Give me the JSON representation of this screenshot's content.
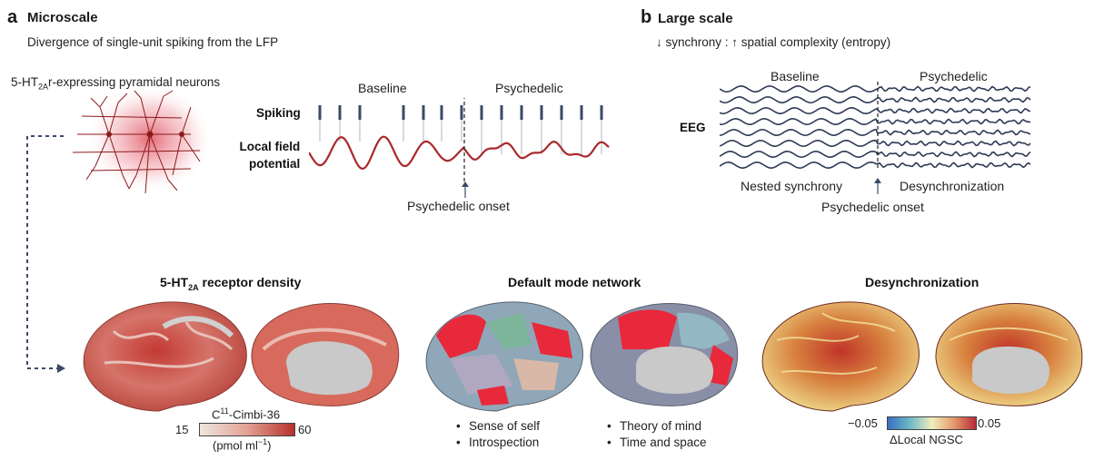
{
  "panel_a": {
    "letter": "a",
    "title": "Microscale",
    "subtitle": "Divergence of single-unit spiking from the LFP",
    "neuron_label_pre": "5-HT",
    "neuron_label_sub": "2A",
    "neuron_label_post": "r-expressing pyramidal neurons",
    "baseline": "Baseline",
    "psychedelic": "Psychedelic",
    "spiking": "Spiking",
    "lfp_line1": "Local field",
    "lfp_line2": "potential",
    "onset": "Psychedelic onset"
  },
  "panel_b": {
    "letter": "b",
    "title": "Large scale",
    "subtitle": "↓ synchrony : ↑ spatial complexity (entropy)",
    "baseline": "Baseline",
    "psychedelic": "Psychedelic",
    "eeg": "EEG",
    "nested": "Nested synchrony",
    "desync": "Desynchronization",
    "onset": "Psychedelic onset"
  },
  "brains": {
    "receptor_pre": "5-HT",
    "receptor_sub": "2A",
    "receptor_post": " receptor density",
    "dmn_title": "Default mode network",
    "desync_title": "Desynchronization",
    "tracer_pre": "C",
    "tracer_sup": "11",
    "tracer_post": "-Cimbi-36",
    "cbar_min": "15",
    "cbar_max": "60",
    "cbar_unit_pre": "(pmol ml",
    "cbar_unit_sup": "−1",
    "cbar_unit_post": ")",
    "dmn_bullets_left": [
      "Sense of self",
      "Introspection"
    ],
    "dmn_bullets_right": [
      "Theory of mind",
      "Time and space"
    ],
    "ngsc_min": "−0.05",
    "ngsc_max": "0.05",
    "ngsc_label": "ΔLocal NGSC"
  },
  "colors": {
    "lfp": "#a8292c",
    "arrow": "#3a4a66",
    "neuron": "#8b1a1a",
    "receptor_high": "#b5302c",
    "receptor_low": "#e8ddd6"
  }
}
